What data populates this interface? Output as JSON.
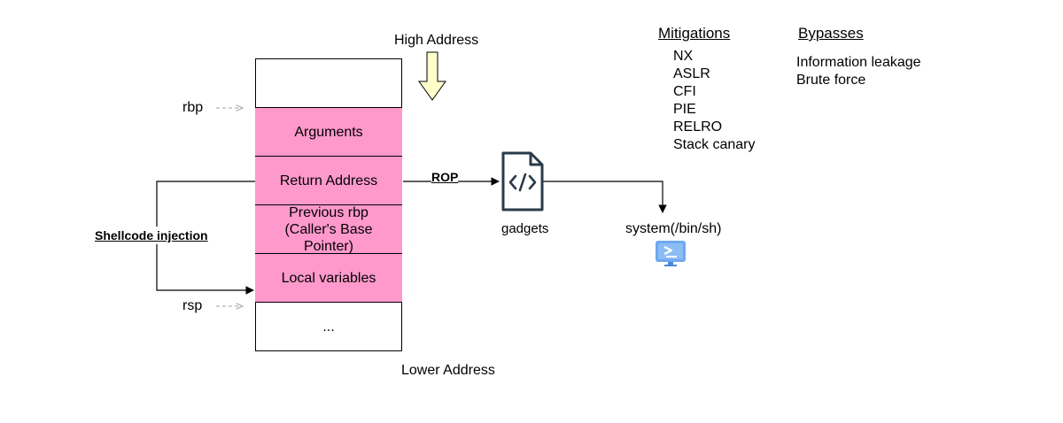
{
  "labels": {
    "high_address": "High Address",
    "lower_address": "Lower Address",
    "rbp": "rbp",
    "rsp": "rsp",
    "shellcode_injection": "Shellcode injection",
    "rop": "ROP",
    "gadgets": "gadgets",
    "system_call": "system(/bin/sh)"
  },
  "stack": {
    "cells": [
      "",
      "Arguments",
      "Return Address",
      "Previous rbp (Caller's Base Pointer)",
      "Local variables",
      "..."
    ]
  },
  "mitigations": {
    "title": "Mitigations",
    "items": [
      "NX",
      "ASLR",
      "CFI",
      "PIE",
      "RELRO",
      "Stack canary"
    ]
  },
  "bypasses": {
    "title": "Bypasses",
    "items": [
      "Information leakage",
      "Brute force"
    ]
  },
  "colors": {
    "stack_highlight": "#ff99cc",
    "down_arrow_fill": "#ffffcc",
    "terminal_icon": "#6fa8f0",
    "dashed_pointer": "#b3b3b3"
  },
  "icons": {
    "gadgets": "code-file-icon",
    "system": "terminal-icon",
    "direction": "down-arrow-icon"
  }
}
